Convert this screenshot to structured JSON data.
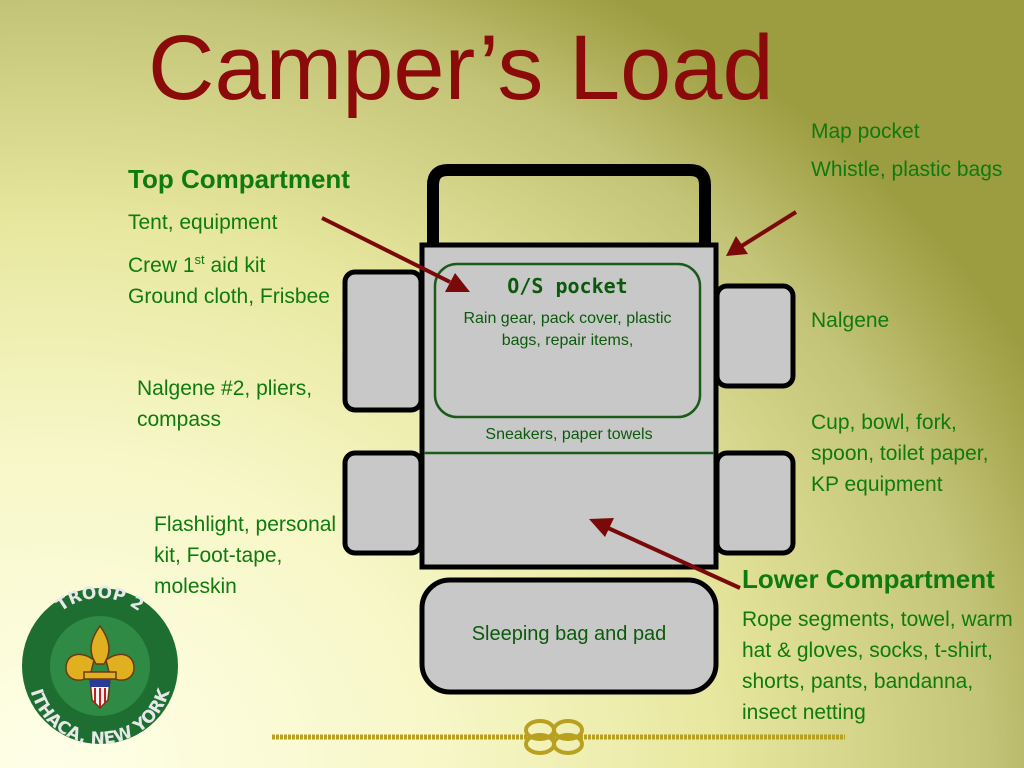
{
  "title": "Camper’s Load",
  "top_compartment": {
    "heading": "Top Compartment",
    "items": [
      "Tent, equipment",
      "Crew 1",
      "st",
      " aid kit",
      "Ground cloth, Frisbee"
    ]
  },
  "left_upper_pocket": [
    "Nalgene #2, pliers,",
    "compass"
  ],
  "left_lower_pocket": [
    "Flashlight, personal",
    "kit, Foot-tape,",
    "moleskin"
  ],
  "right_top": [
    "Map pocket",
    "Whistle, plastic bags"
  ],
  "right_upper_pocket": "Nalgene",
  "right_lower_pocket": [
    "Cup, bowl, fork,",
    "spoon, toilet paper,",
    "KP equipment"
  ],
  "lower_compartment": {
    "heading": "Lower Compartment",
    "items": [
      "Rope segments, towel, warm",
      "hat & gloves, socks, t-shirt,",
      "shorts, pants, bandanna,",
      "insect netting"
    ]
  },
  "os_pocket": {
    "title": "O/S pocket",
    "items": [
      "Rain gear, pack cover, plastic",
      "bags, repair items,"
    ]
  },
  "mid_label": "Sneakers, paper towels",
  "sleeping_bag": "Sleeping bag and pad",
  "logo": {
    "top_text": "TROOP 2",
    "bottom_text": "ITHACA, NEW YORK"
  },
  "colors": {
    "title": "#8b0a0a",
    "label": "#0f7a0f",
    "arrow": "#7a0a0a",
    "pack_fill": "#c8c8c8"
  }
}
